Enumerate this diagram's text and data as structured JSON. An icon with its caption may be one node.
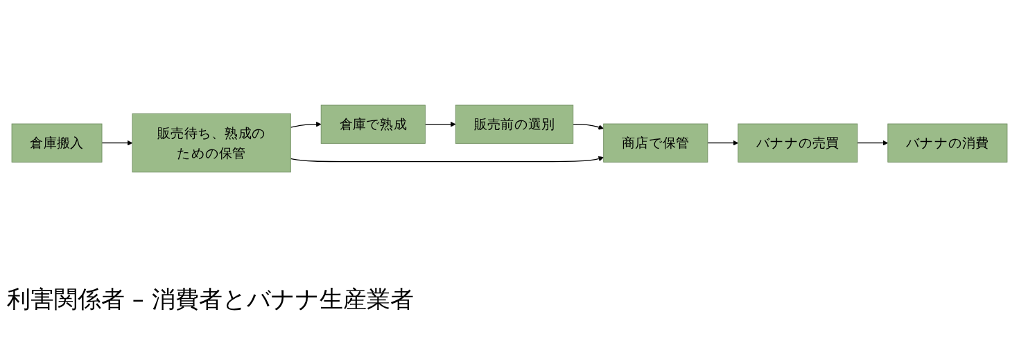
{
  "diagram": {
    "nodes": [
      {
        "text": [
          "倉庫搬入"
        ]
      },
      {
        "text": [
          "販売待ち、熟成のための保管"
        ]
      },
      {
        "text": [
          "倉庫で熟成"
        ]
      },
      {
        "text": [
          "販売前の選別"
        ]
      },
      {
        "text": [
          "商店で保管"
        ]
      },
      {
        "text": [
          "バナナの売買"
        ]
      },
      {
        "text": [
          "バナナの消費"
        ]
      }
    ],
    "edges": [
      {
        "from": 0,
        "to": 1,
        "arrow": "to"
      },
      {
        "from": 1,
        "to": 2,
        "arrow": "to"
      },
      {
        "from": 2,
        "to": 3,
        "arrow": "to"
      },
      {
        "from": 3,
        "to": 4,
        "arrow": "to"
      },
      {
        "from": 1,
        "to": 4,
        "arrow": "to"
      },
      {
        "from": 4,
        "to": 5,
        "arrow": "to"
      },
      {
        "from": 5,
        "to": 6,
        "arrow": "to"
      }
    ],
    "labels": [
      "利害関係者 – 消費者とバナナ生産業者"
    ]
  }
}
